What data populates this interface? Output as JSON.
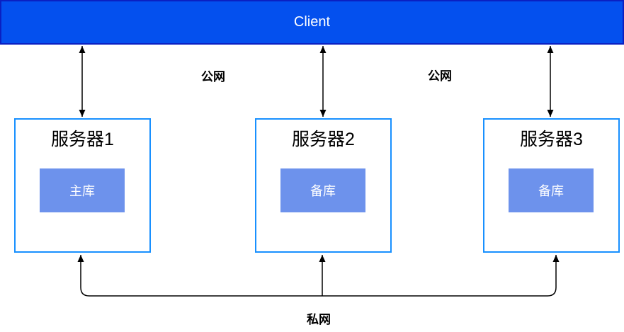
{
  "diagram": {
    "client": {
      "label": "Client"
    },
    "servers": [
      {
        "title": "服务器1",
        "db_label": "主库",
        "db_role": "primary"
      },
      {
        "title": "服务器2",
        "db_label": "备库",
        "db_role": "standby"
      },
      {
        "title": "服务器3",
        "db_label": "备库",
        "db_role": "standby"
      }
    ],
    "network_labels": {
      "public": "公网",
      "private": "私网"
    },
    "connections": [
      {
        "from": "Client",
        "to": "服务器1",
        "style": "double-arrow",
        "network": "公网"
      },
      {
        "from": "Client",
        "to": "服务器2",
        "style": "double-arrow",
        "network": "公网"
      },
      {
        "from": "Client",
        "to": "服务器3",
        "style": "double-arrow",
        "network": "公网"
      },
      {
        "from": "服务器1",
        "to": "服务器3",
        "via": "服务器2",
        "style": "shared-bus",
        "network": "私网"
      }
    ],
    "colors": {
      "client_fill": "#0450EE",
      "client_border": "#0A20C2",
      "server_border": "#1890FF",
      "db_fill": "#6D92EC",
      "line_color": "#000000",
      "text_on_blue": "#FFFFFF"
    }
  }
}
